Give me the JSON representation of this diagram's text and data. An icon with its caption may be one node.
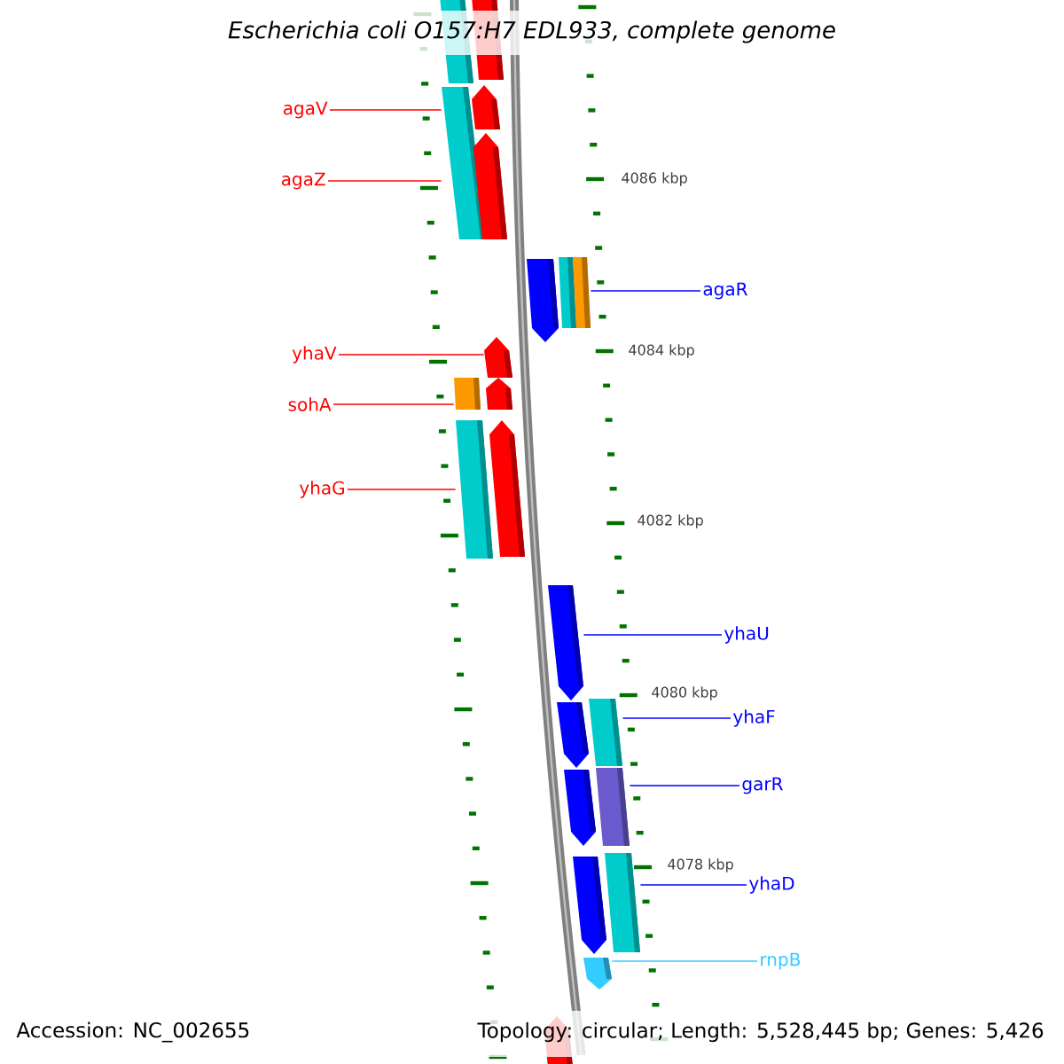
{
  "diagram": {
    "title": "Escherichia coli O157:H7 EDL933, complete genome",
    "nodes": [
      {
        "text": [],
        "shape": "box"
      },
      {
        "text": [],
        "shape": "box"
      },
      {
        "text": [],
        "shape": "box"
      },
      {
        "text": [
          "agaV"
        ]
      },
      {
        "text": [],
        "shape": "pentagon"
      },
      {
        "text": [
          "agaZ"
        ]
      },
      {
        "text": [],
        "shape": "pentagon"
      },
      {
        "text": [],
        "shape": "pentagon"
      },
      {
        "text": [],
        "shape": "box"
      },
      {
        "text": [],
        "shape": "box"
      },
      {
        "text": [
          "agaR"
        ]
      },
      {
        "text": [],
        "shape": "pentagon"
      },
      {
        "text": [
          "yhaV"
        ]
      },
      {
        "text": [],
        "shape": "box"
      },
      {
        "text": [],
        "shape": "pentagon"
      },
      {
        "text": [
          "sohA"
        ]
      },
      {
        "text": [],
        "shape": "box"
      },
      {
        "text": [],
        "shape": "pentagon"
      },
      {
        "text": [
          "yhaG"
        ]
      },
      {
        "text": [],
        "shape": "pentagon"
      },
      {
        "text": [
          "yhaU"
        ]
      },
      {
        "text": [],
        "shape": "pentagon"
      },
      {
        "text": [],
        "shape": "box"
      },
      {
        "text": [
          "yhaF"
        ]
      },
      {
        "text": [],
        "shape": "pentagon"
      },
      {
        "text": [],
        "shape": "box"
      },
      {
        "text": [
          "garR"
        ]
      },
      {
        "text": [],
        "shape": "pentagon"
      },
      {
        "text": [],
        "shape": "box"
      },
      {
        "text": [
          "yhaD"
        ]
      },
      {
        "text": [],
        "shape": "pentagon"
      },
      {
        "text": [
          "rnpB"
        ]
      },
      {
        "text": [],
        "shape": "pentagon"
      }
    ],
    "edges": [
      {
        "from": 3,
        "to": 2,
        "arrow": "none",
        "color": "#ff0000"
      },
      {
        "from": 5,
        "to": 2,
        "arrow": "none",
        "color": "#ff0000"
      },
      {
        "from": 10,
        "to": 9,
        "arrow": "none",
        "color": "#0000ff"
      },
      {
        "from": 12,
        "to": 11,
        "arrow": "none",
        "color": "#ff0000"
      },
      {
        "from": 15,
        "to": 13,
        "arrow": "none",
        "color": "#ff0000"
      },
      {
        "from": 18,
        "to": 16,
        "arrow": "none",
        "color": "#ff0000"
      },
      {
        "from": 20,
        "to": 19,
        "arrow": "none",
        "color": "#0000ff"
      },
      {
        "from": 23,
        "to": 22,
        "arrow": "none",
        "color": "#0000ff"
      },
      {
        "from": 26,
        "to": 25,
        "arrow": "none",
        "color": "#0000ff"
      },
      {
        "from": 29,
        "to": 28,
        "arrow": "none",
        "color": "#0000ff"
      },
      {
        "from": 31,
        "to": 30,
        "arrow": "none",
        "color": "#33ccff"
      }
    ],
    "labels": [
      "4086 kbp",
      "4084 kbp",
      "4082 kbp",
      "4080 kbp",
      "4078 kbp",
      "Accession: NC_002655",
      "Topology: circular; Length: 5,528,445 bp; Genes: 5,426"
    ]
  }
}
